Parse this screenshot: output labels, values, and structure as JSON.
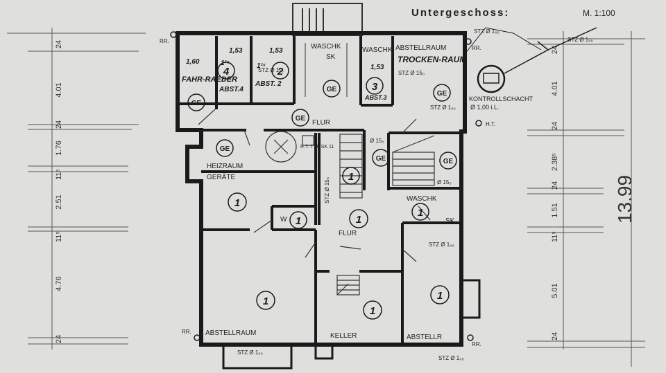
{
  "header": {
    "title": "Untergeschoss:",
    "scale": "M. 1:100"
  },
  "overall_dimension": "13.99",
  "dims_left": [
    "24",
    "4.01",
    "24",
    "1.76",
    "11⁵",
    "2.51",
    "11⁵",
    "4.76",
    "24"
  ],
  "dims_right": [
    "24",
    "4.01",
    "24",
    "2.38⁵",
    "24",
    "1.51",
    "11⁵",
    "5.01",
    "24"
  ],
  "rooms": {
    "fahrraeder": "FAHR-RAEDER",
    "abst4": "ABST.4",
    "abst2": "ABST. 2",
    "abst_top": "ABSTELLRAUM",
    "abst3": "ABST.3",
    "waschk_top": "WASCHK",
    "sk_top": "SK",
    "trockenraum": "TROCKEN-RAUM",
    "flur_top": "FLUR",
    "heizraum": "HEIZRAUM",
    "geraete": "GERÄTE",
    "wc": "W",
    "flur_center": "FLUR",
    "waschk_right": "WASCHK",
    "sk_right": "SK",
    "abstellraum_left": "ABSTELLRAUM",
    "keller": "KELLER",
    "abstellr_right": "ABSTELLR",
    "rt_typ": "R.T. TYP SK 11"
  },
  "annotations": {
    "rr": "RR.",
    "kontrollschacht": "KONTROLLSCHACHT",
    "kontroll_size": "Ø 1,00 i.L.",
    "ht": "H.T.",
    "stz_100": "STZ Ø 1₀₀",
    "stz_150": "STZ Ø 15₀",
    "d150": "Ø 15₀",
    "m160": "1,60",
    "m153a": "1,53",
    "m153b": "1,53",
    "m153c": "1,53",
    "m115a": "1¹⁵",
    "m115b": "1¹⁵"
  },
  "markers": {
    "ge": "GE",
    "n1": "1",
    "n2": "2",
    "n3": "3",
    "n4": "4"
  }
}
